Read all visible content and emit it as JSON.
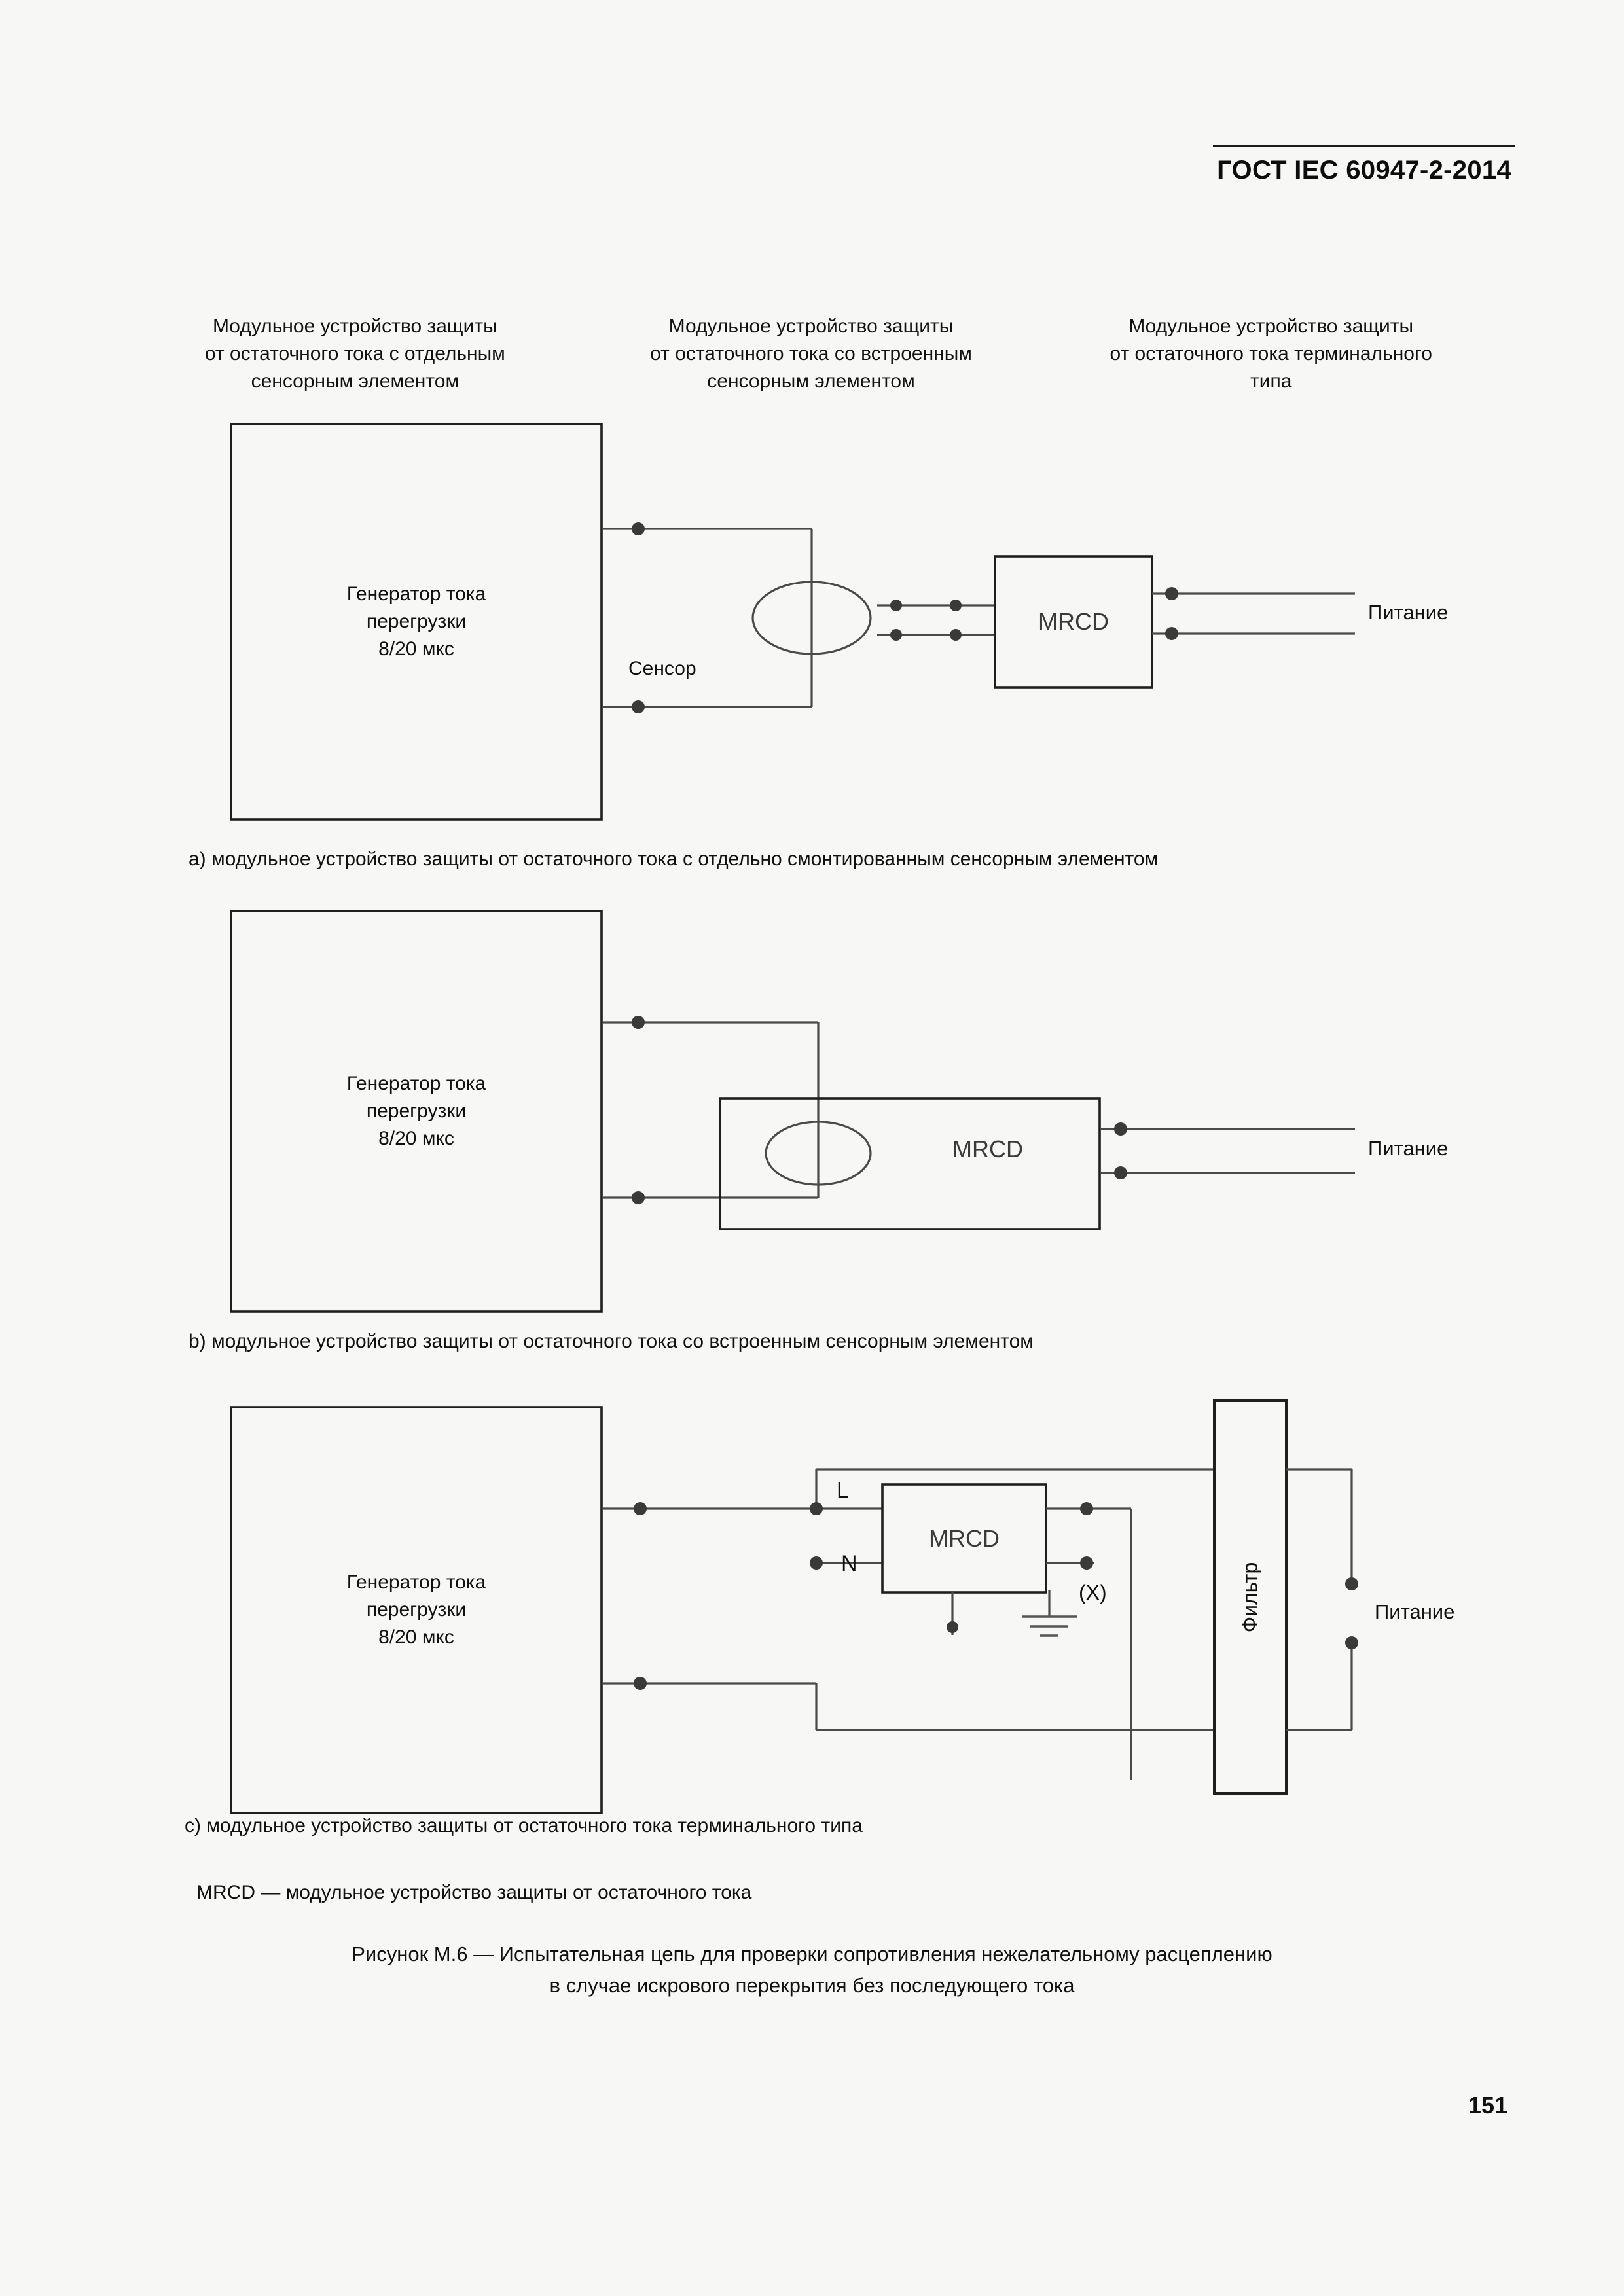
{
  "document": {
    "header_standard": "ГОСТ IEC 60947-2-2014",
    "page_number": "151"
  },
  "column_headings": [
    "Модульное устройство защиты\nот остаточного тока с отдельным\nсенсорным элементом",
    "Модульное устройство защиты\nот остаточного тока со встроенным\nсенсорным элементом",
    "Модульное устройство защиты\nот остаточного тока терминального\nтипа"
  ],
  "diagram_a": {
    "generator_label_line1": "Генератор тока",
    "generator_label_line2": "перегрузки",
    "generator_label_line3": "8/20 мкс",
    "sensor_label": "Сенсор",
    "mrcd_label": "MRCD",
    "supply_label": "Питание",
    "caption": "а) модульное устройство защиты от остаточного тока с отдельно смонтированным сенсорным элементом"
  },
  "diagram_b": {
    "generator_label_line1": "Генератор тока",
    "generator_label_line2": "перегрузки",
    "generator_label_line3": "8/20 мкс",
    "mrcd_label": "MRCD",
    "supply_label": "Питание",
    "caption": "b)  модульное устройство защиты от остаточного тока со встроенным сенсорным элементом"
  },
  "diagram_c": {
    "generator_label_line1": "Генератор тока",
    "generator_label_line2": "перегрузки",
    "generator_label_line3": "8/20 мкс",
    "mrcd_label": "MRCD",
    "line_label": "L",
    "neutral_label": "N",
    "earth_note_label": "(X)",
    "filter_label": "Фильтр",
    "supply_label": "Питание",
    "caption": "с) модульное устройство защиты от остаточного тока терминального типа"
  },
  "notes": {
    "abbreviation": "MRCD — модульное устройство защиты от остаточного тока"
  },
  "figure_title": {
    "line1": "Рисунок М.6 — Испытательная цепь для проверки сопротивления нежелательному расцеплению",
    "line2": "в случае искрового перекрытия без последующего тока"
  },
  "colors": {
    "page_background": "#f7f7f6",
    "ink": "#1a1a1a",
    "wire": "#555555",
    "text": "#111111"
  }
}
